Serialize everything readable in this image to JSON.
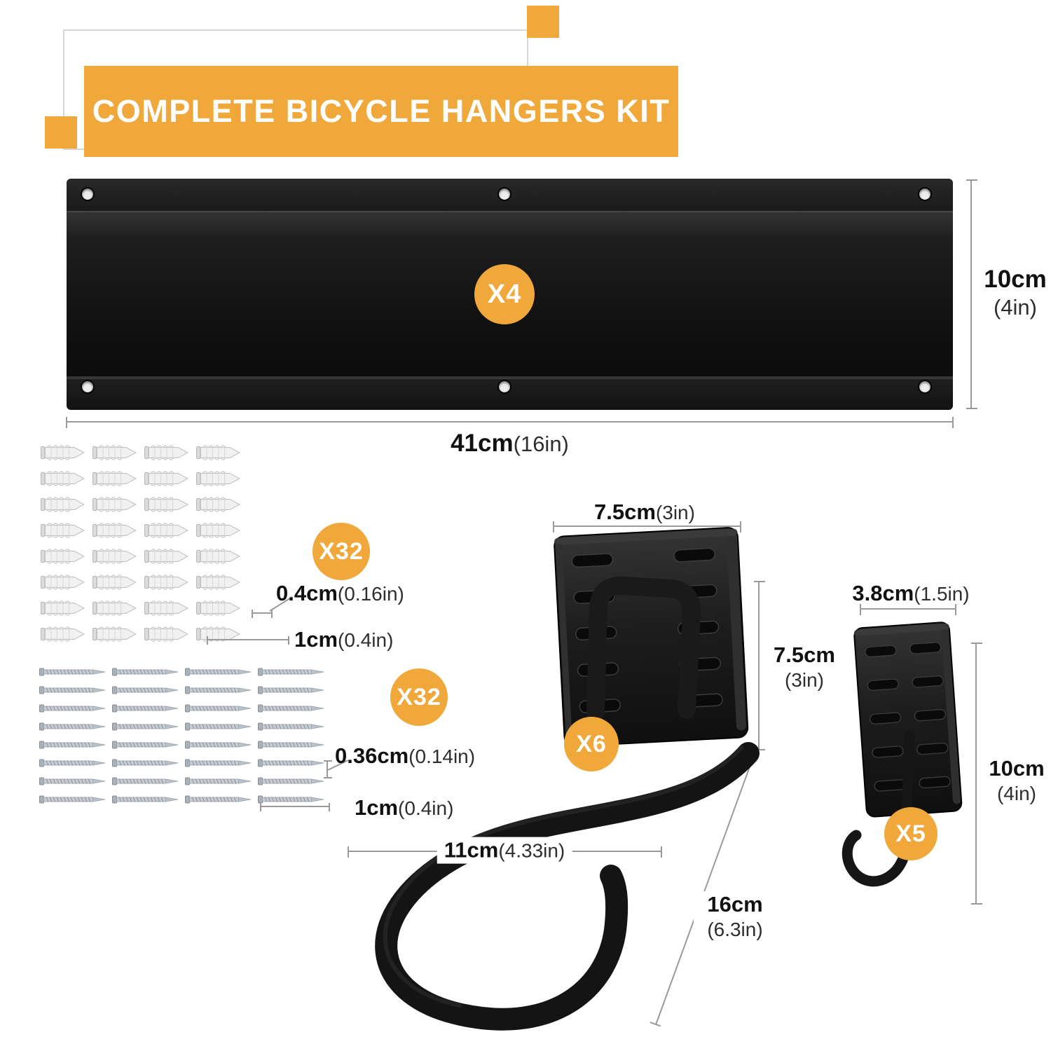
{
  "colors": {
    "accent": "#F1A83B",
    "product": "#151515"
  },
  "header": {
    "title": "COMPLETE BICYCLE HANGERS KIT"
  },
  "rail": {
    "badge": "X4",
    "height": {
      "cm": "10cm",
      "in": "(4in)"
    },
    "width": {
      "cm": "41cm",
      "in": "(16in)"
    }
  },
  "anchors": {
    "badge": "X32",
    "count": 32,
    "diameter": {
      "cm": "0.4cm",
      "in": "(0.16in)"
    },
    "length": {
      "cm": "1cm",
      "in": "(0.4in)"
    }
  },
  "screws": {
    "badge": "X32",
    "count": 32,
    "diameter": {
      "cm": "0.36cm",
      "in": "(0.14in)"
    },
    "length": {
      "cm": "1cm",
      "in": "(0.4in)"
    }
  },
  "large_hook": {
    "badge": "X6",
    "width": {
      "cm": "7.5cm",
      "in": "(3in)"
    },
    "height": {
      "cm": "7.5cm",
      "in": "(3in)"
    },
    "opening_width": {
      "cm": "11cm",
      "in": "(4.33in)"
    },
    "depth": {
      "cm": "16cm",
      "in": "(6.3in)"
    }
  },
  "small_hook": {
    "badge": "X5",
    "width": {
      "cm": "3.8cm",
      "in": "(1.5in)"
    },
    "height": {
      "cm": "10cm",
      "in": "(4in)"
    }
  }
}
